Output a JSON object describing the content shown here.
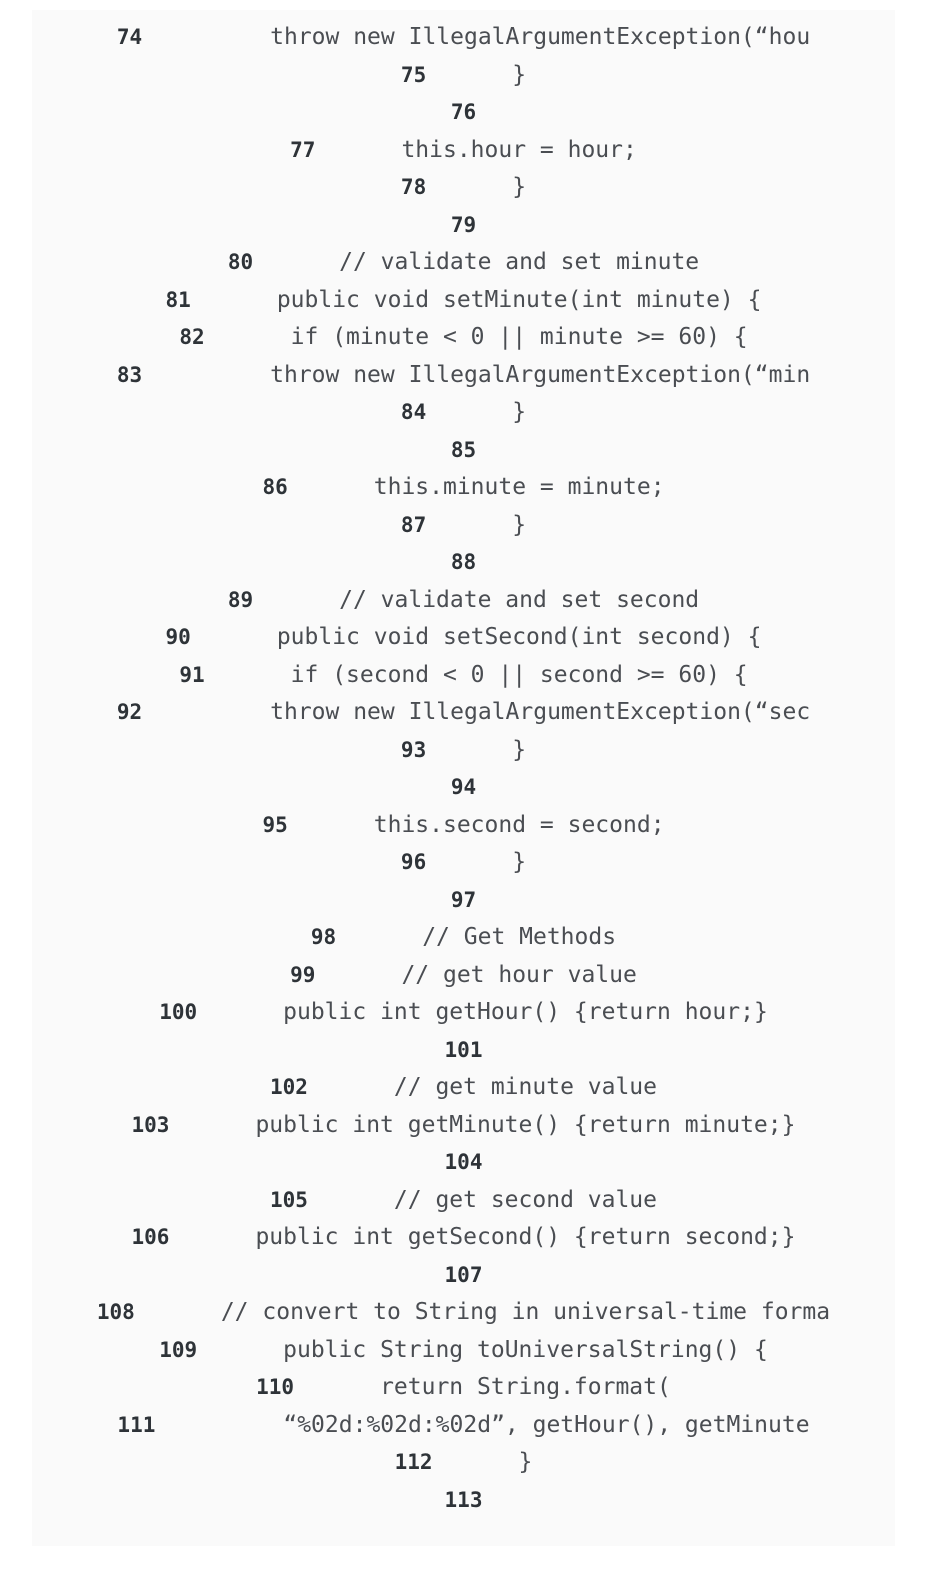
{
  "view": {
    "kind": "code-listing",
    "language": "java",
    "background_color": "#ffffff",
    "panel_color": "#fafafa",
    "line_number_color": "#2e3338",
    "code_text_color": "#4a4d52",
    "first_line": 74,
    "last_line": 113,
    "clipped_right_edge": true
  },
  "lines": [
    {
      "n": "74",
      "code": "throw new IllegalArgumentException(“hou",
      "indent": "lg",
      "clipped": true
    },
    {
      "n": "75",
      "code": "}",
      "indent": "md",
      "clipped": false
    },
    {
      "n": "76",
      "code": "",
      "indent": "none",
      "clipped": false
    },
    {
      "n": "77",
      "code": "this.hour = hour;",
      "indent": "md",
      "clipped": false
    },
    {
      "n": "78",
      "code": "}",
      "indent": "md",
      "clipped": false
    },
    {
      "n": "79",
      "code": "",
      "indent": "none",
      "clipped": false
    },
    {
      "n": "80",
      "code": "// validate and set minute",
      "indent": "md",
      "clipped": false
    },
    {
      "n": "81",
      "code": "public void setMinute(int minute) {",
      "indent": "md",
      "clipped": false
    },
    {
      "n": "82",
      "code": "if (minute < 0 || minute >= 60) {",
      "indent": "md",
      "clipped": false
    },
    {
      "n": "83",
      "code": "throw new IllegalArgumentException(“min",
      "indent": "lg",
      "clipped": true
    },
    {
      "n": "84",
      "code": "}",
      "indent": "md",
      "clipped": false
    },
    {
      "n": "85",
      "code": "",
      "indent": "none",
      "clipped": false
    },
    {
      "n": "86",
      "code": "this.minute = minute;",
      "indent": "md",
      "clipped": false
    },
    {
      "n": "87",
      "code": "}",
      "indent": "md",
      "clipped": false
    },
    {
      "n": "88",
      "code": "",
      "indent": "none",
      "clipped": false
    },
    {
      "n": "89",
      "code": "// validate and set second",
      "indent": "md",
      "clipped": false
    },
    {
      "n": "90",
      "code": "public void setSecond(int second) {",
      "indent": "md",
      "clipped": false
    },
    {
      "n": "91",
      "code": "if (second < 0 || second >= 60) {",
      "indent": "md",
      "clipped": false
    },
    {
      "n": "92",
      "code": "throw new IllegalArgumentException(“sec",
      "indent": "lg",
      "clipped": true
    },
    {
      "n": "93",
      "code": "}",
      "indent": "md",
      "clipped": false
    },
    {
      "n": "94",
      "code": "",
      "indent": "none",
      "clipped": false
    },
    {
      "n": "95",
      "code": "this.second = second;",
      "indent": "md",
      "clipped": false
    },
    {
      "n": "96",
      "code": "}",
      "indent": "md",
      "clipped": false
    },
    {
      "n": "97",
      "code": "",
      "indent": "none",
      "clipped": false
    },
    {
      "n": "98",
      "code": "// Get Methods",
      "indent": "md",
      "clipped": false
    },
    {
      "n": "99",
      "code": "// get hour value",
      "indent": "md",
      "clipped": false
    },
    {
      "n": "100",
      "code": "public int getHour() {return hour;}",
      "indent": "md",
      "clipped": false
    },
    {
      "n": "101",
      "code": "",
      "indent": "none",
      "clipped": false
    },
    {
      "n": "102",
      "code": "// get minute value",
      "indent": "md",
      "clipped": false
    },
    {
      "n": "103",
      "code": "public int getMinute() {return minute;}",
      "indent": "md",
      "clipped": false
    },
    {
      "n": "104",
      "code": "",
      "indent": "none",
      "clipped": false
    },
    {
      "n": "105",
      "code": "// get second value",
      "indent": "md",
      "clipped": false
    },
    {
      "n": "106",
      "code": "public int getSecond() {return second;}",
      "indent": "md",
      "clipped": false
    },
    {
      "n": "107",
      "code": "",
      "indent": "none",
      "clipped": false
    },
    {
      "n": "108",
      "code": "// convert to String in universal-time forma",
      "indent": "md",
      "clipped": true
    },
    {
      "n": "109",
      "code": "public String toUniversalString() {",
      "indent": "md",
      "clipped": false
    },
    {
      "n": "110",
      "code": "return String.format(",
      "indent": "md",
      "clipped": false
    },
    {
      "n": "111",
      "code": "“%02d:%02d:%02d”, getHour(), getMinute",
      "indent": "lg",
      "clipped": true
    },
    {
      "n": "112",
      "code": "}",
      "indent": "md",
      "clipped": false
    },
    {
      "n": "113",
      "code": "",
      "indent": "none",
      "clipped": false
    }
  ]
}
